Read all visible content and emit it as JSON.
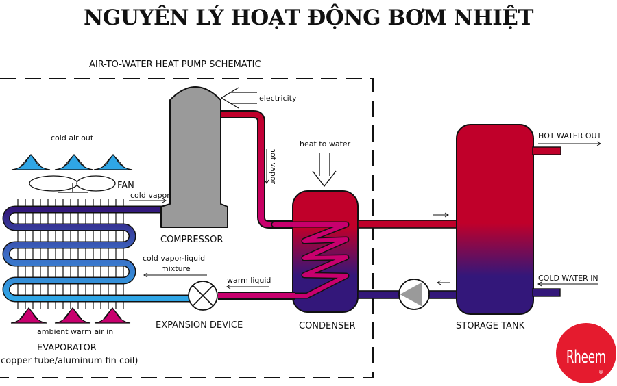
{
  "page_title": "NGUYÊN LÝ HOẠT ĐỘNG BƠM NHIỆT",
  "schematic_title": "AIR-TO-WATER HEAT PUMP SCHEMATIC",
  "labels": {
    "cold_air_out": "cold air out",
    "fan": "FAN",
    "cold_vapor": "cold vapor",
    "compressor": "COMPRESSOR",
    "electricity": "electricity",
    "hot_vapor": "hot vapor",
    "heat_to_water": "heat to water",
    "cold_vapor_liquid_1": "cold vapor-liquid",
    "cold_vapor_liquid_2": "mixture",
    "warm_liquid": "warm liquid",
    "expansion_device": "EXPANSION DEVICE",
    "condenser": "CONDENSER",
    "storage_tank": "STORAGE TANK",
    "hot_water_out": "HOT WATER OUT",
    "cold_water_in": "COLD WATER IN",
    "ambient_warm_air_in": "ambient warm air in",
    "evaporator": "EVAPORATOR",
    "evaporator_sub": "(copper tube/aluminum fin coil)"
  },
  "logo": {
    "text": "Rheem",
    "registered": "®"
  },
  "colors": {
    "hot_red": "#c0002a",
    "magenta": "#c8006e",
    "cold_purple": "#33177a",
    "light_blue": "#2fa6e6",
    "evap_blue": "#3c54b4",
    "compressor_gray": "#999999",
    "logo_red": "#e51b2e"
  }
}
